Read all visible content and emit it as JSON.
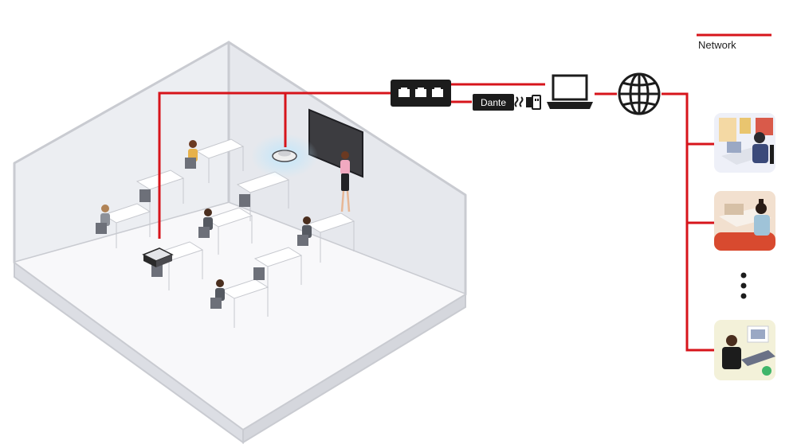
{
  "legend": {
    "label": "Network",
    "color": "#d7141b"
  },
  "dante": {
    "label": "Dante"
  },
  "colors": {
    "network": "#d7141b",
    "device": "#1c1c1c",
    "room_floor": "#f7f7f9",
    "room_wall": "#e8e9ee",
    "room_edge": "#c4c6cc",
    "mic_glow": "#bfe6fb"
  },
  "icons": [
    "network-switch-icon",
    "dante-usb-adapter-icon",
    "laptop-icon",
    "globe-icon",
    "remote-participant-icon",
    "ellipsis-icon",
    "ceiling-microphone-icon",
    "speaker-device-icon",
    "display-screen-icon"
  ],
  "remote_participants": [
    {
      "name": "remote-participant-1"
    },
    {
      "name": "remote-participant-2"
    },
    {
      "name": "remote-participant-3"
    }
  ]
}
